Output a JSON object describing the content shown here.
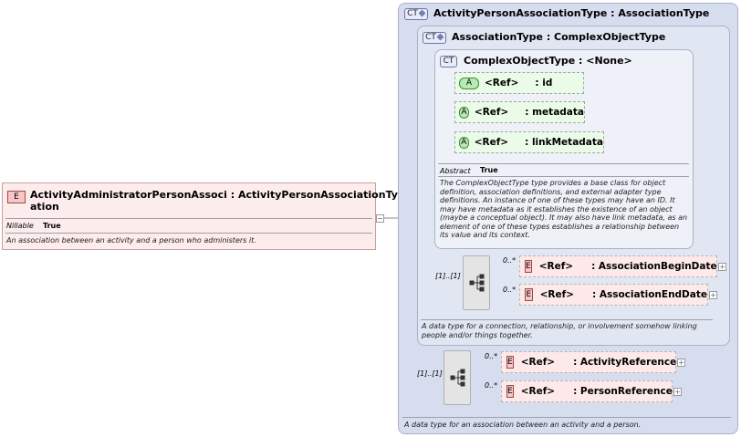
{
  "root_element": {
    "badge": "E",
    "name_line1": "ActivityAdministratorPersonAssoci",
    "name_line2": "ation",
    "type": ": ActivityPersonAssociationType",
    "nillable_key": "Nillable",
    "nillable_value": "True",
    "description": "An association between an activity and a person who administers it."
  },
  "outer_type": {
    "badge": "CT",
    "title": "ActivityPersonAssociationType : AssociationType",
    "description": "A data type for an association between an activity and a person.",
    "sequence_cardinality": "[1]..[1]",
    "elements": [
      {
        "badge": "E",
        "ref": "<Ref>",
        "name": ": ActivityReference",
        "cardinality": "0..*"
      },
      {
        "badge": "E",
        "ref": "<Ref>",
        "name": ": PersonReference",
        "cardinality": "0..*"
      }
    ]
  },
  "middle_type": {
    "badge": "CT",
    "title": "AssociationType : ComplexObjectType",
    "description": "A data type for a connection, relationship, or involvement somehow linking people and/or things together.",
    "sequence_cardinality": "[1]..[1]",
    "elements": [
      {
        "badge": "E",
        "ref": "<Ref>",
        "name": ": AssociationBeginDate",
        "cardinality": "0..*"
      },
      {
        "badge": "E",
        "ref": "<Ref>",
        "name": ": AssociationEndDate",
        "cardinality": "0..*"
      }
    ]
  },
  "inner_type": {
    "badge": "CT",
    "title": "ComplexObjectType : <None>",
    "abstract_key": "Abstract",
    "abstract_value": "True",
    "attributes": [
      {
        "badge": "A",
        "ref": "<Ref>",
        "name": ": id"
      },
      {
        "badge": "A",
        "ref": "<Ref>",
        "name": ": metadata"
      },
      {
        "badge": "A",
        "ref": "<Ref>",
        "name": ": linkMetadata"
      }
    ],
    "description": "The ComplexObjectType type provides a base class for object definition, association definitions, and external adapter type definitions. An instance of one of these types may have an ID. It may have metadata as it establishes the existence of an object (maybe a conceptual object). It may also have link metadata, as an element of one of these types establishes a relationship between its value and its context."
  },
  "icons": {
    "collapse": "−",
    "expand": "+"
  }
}
